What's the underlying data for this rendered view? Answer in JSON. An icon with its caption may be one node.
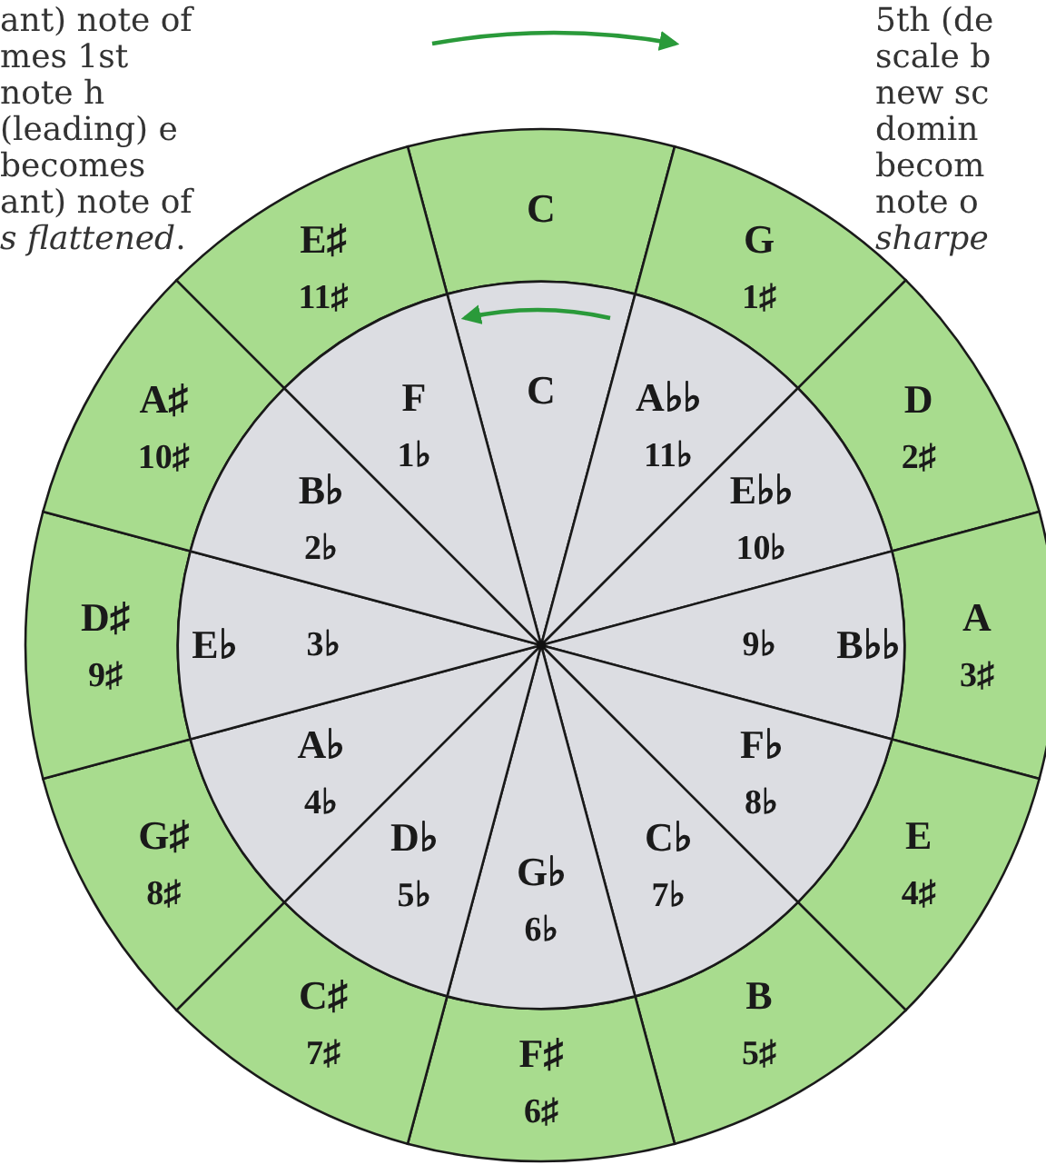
{
  "diagram": {
    "nodes": [
      {
        "text": [
          "C"
        ]
      },
      {
        "text": [
          "G",
          "1♯"
        ]
      },
      {
        "text": [
          "D",
          "2♯"
        ]
      },
      {
        "text": [
          "A",
          "3♯"
        ]
      },
      {
        "text": [
          "E",
          "4♯"
        ]
      },
      {
        "text": [
          "B",
          "5♯"
        ]
      },
      {
        "text": [
          "F♯",
          "6♯"
        ]
      },
      {
        "text": [
          "C♯",
          "7♯"
        ]
      },
      {
        "text": [
          "G♯",
          "8♯"
        ]
      },
      {
        "text": [
          "D♯",
          "9♯"
        ]
      },
      {
        "text": [
          "A♯",
          "10♯"
        ]
      },
      {
        "text": [
          "E♯",
          "11♯"
        ]
      },
      {
        "text": [
          "C"
        ]
      },
      {
        "text": [
          "A♭♭",
          "11♭"
        ]
      },
      {
        "text": [
          "E♭♭",
          "10♭"
        ]
      },
      {
        "text": [
          "9♭",
          "B♭♭"
        ]
      },
      {
        "text": [
          "F♭",
          "8♭"
        ]
      },
      {
        "text": [
          "C♭",
          "7♭"
        ]
      },
      {
        "text": [
          "G♭",
          "6♭"
        ]
      },
      {
        "text": [
          "D♭",
          "5♭"
        ]
      },
      {
        "text": [
          "A♭",
          "4♭"
        ]
      },
      {
        "text": [
          "E♭",
          "3♭"
        ]
      },
      {
        "text": [
          "B♭",
          "2♭"
        ]
      },
      {
        "text": [
          "F",
          "1♭"
        ]
      }
    ],
    "labels": [
      "ant) note of mes 1st note h (leading) e becomes ant) note of *s flattened*.",
      "5th (de scale b new sc domin becom note o *sharpe*"
    ]
  }
}
